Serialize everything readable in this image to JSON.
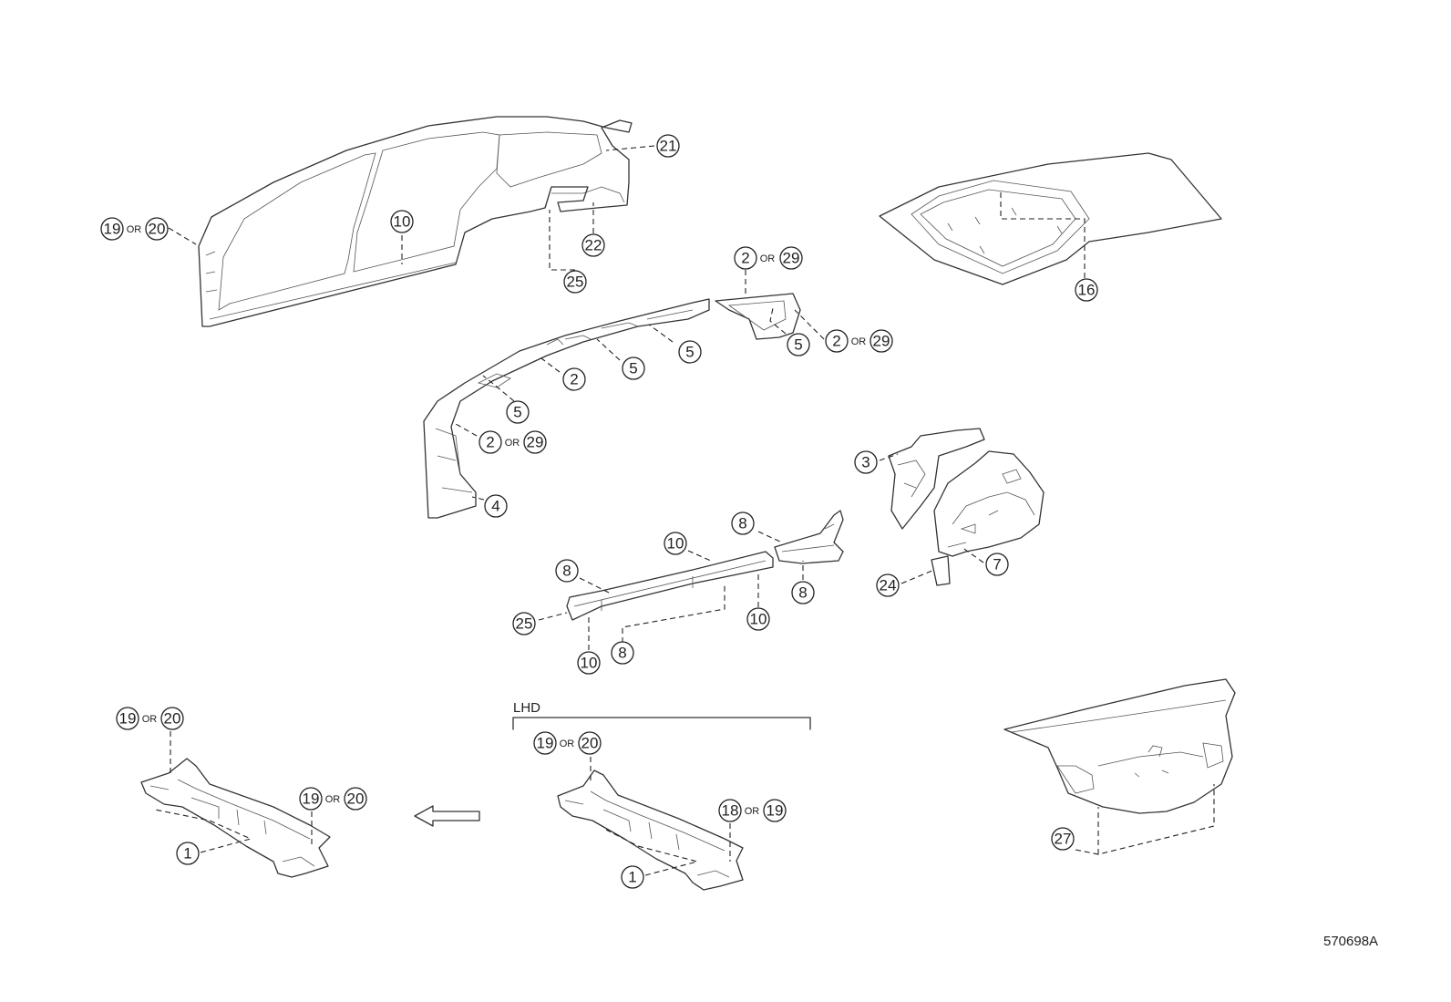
{
  "diagram": {
    "figure_id": "570698A",
    "lhd_label": "LHD",
    "or_word": "OR",
    "callouts": [
      {
        "id": "c21",
        "label": "21"
      },
      {
        "id": "c19a",
        "label": "19"
      },
      {
        "id": "c20a",
        "label": "20"
      },
      {
        "id": "c10a",
        "label": "10"
      },
      {
        "id": "c22",
        "label": "22"
      },
      {
        "id": "c25a",
        "label": "25"
      },
      {
        "id": "c16",
        "label": "16"
      },
      {
        "id": "c2a",
        "label": "2"
      },
      {
        "id": "c29a",
        "label": "29"
      },
      {
        "id": "c5a",
        "label": "5"
      },
      {
        "id": "c2b",
        "label": "2"
      },
      {
        "id": "c29b",
        "label": "29"
      },
      {
        "id": "c5b",
        "label": "5"
      },
      {
        "id": "c5c",
        "label": "5"
      },
      {
        "id": "c2c",
        "label": "2"
      },
      {
        "id": "c5d",
        "label": "5"
      },
      {
        "id": "c2d",
        "label": "2"
      },
      {
        "id": "c29c",
        "label": "29"
      },
      {
        "id": "c4",
        "label": "4"
      },
      {
        "id": "c3",
        "label": "3"
      },
      {
        "id": "c8a",
        "label": "8"
      },
      {
        "id": "c10b",
        "label": "10"
      },
      {
        "id": "c8b",
        "label": "8"
      },
      {
        "id": "c8c",
        "label": "8"
      },
      {
        "id": "c25b",
        "label": "25"
      },
      {
        "id": "c10c",
        "label": "10"
      },
      {
        "id": "c10d",
        "label": "10"
      },
      {
        "id": "c8d",
        "label": "8"
      },
      {
        "id": "c7",
        "label": "7"
      },
      {
        "id": "c24",
        "label": "24"
      },
      {
        "id": "c19b",
        "label": "19"
      },
      {
        "id": "c20b",
        "label": "20"
      },
      {
        "id": "c19c",
        "label": "19"
      },
      {
        "id": "c20c",
        "label": "20"
      },
      {
        "id": "c1a",
        "label": "1"
      },
      {
        "id": "c19d",
        "label": "19"
      },
      {
        "id": "c20d",
        "label": "20"
      },
      {
        "id": "c18",
        "label": "18"
      },
      {
        "id": "c19e",
        "label": "19"
      },
      {
        "id": "c1b",
        "label": "1"
      },
      {
        "id": "c27",
        "label": "27"
      }
    ]
  }
}
